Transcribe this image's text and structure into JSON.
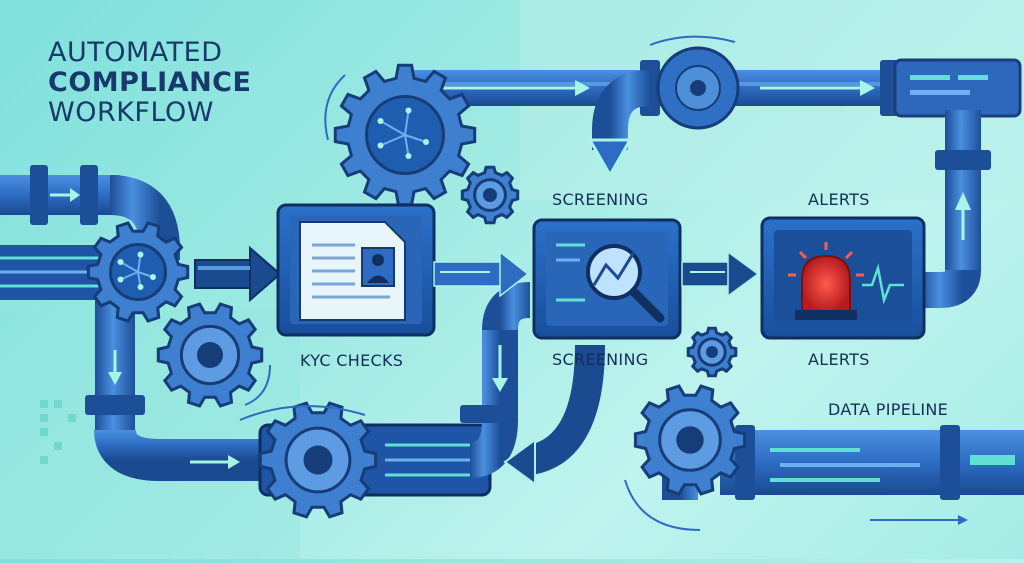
{
  "title": {
    "line1": "AUTOMATED",
    "line2": "COMPLIANCE",
    "line3": "WORKFLOW"
  },
  "labels": {
    "kyc": "KYC CHECKS",
    "screening_top": "SCREENING",
    "screening_bottom": "SCREENING",
    "alerts_top": "ALERTS",
    "alerts_bottom": "ALERTS",
    "pipeline": "DATA PIPELINE"
  },
  "colors": {
    "pipe": "#2f6fc4",
    "pipe_light": "#5a9be0",
    "pipe_dark": "#1a4b8f",
    "gear": "#3e7fcf",
    "screen": "#1f5db0",
    "accent": "#4fe3c8",
    "alert": "#e53935"
  }
}
